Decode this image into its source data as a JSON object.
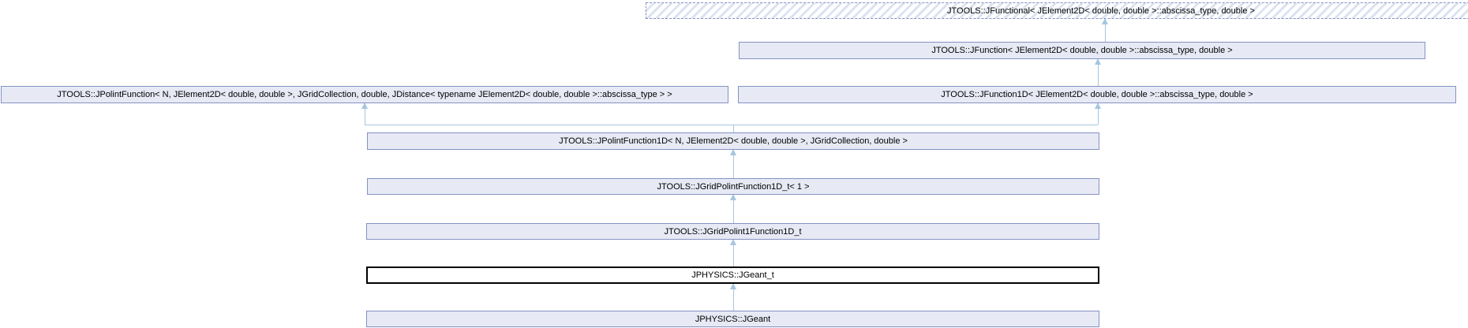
{
  "diagram": {
    "type": "doxygen-inheritance-graph",
    "background": "#ffffff",
    "colors": {
      "node_fill": "#e7eaf5",
      "node_border": "#8592c2",
      "edge": "#a6c6e0",
      "current_node_border": "#000000",
      "text": "#000000",
      "hatch_stripe": "#dbe3f1"
    },
    "nodes": [
      {
        "id": "jfunctional",
        "label": "JTOOLS::JFunctional< JElement2D< double, double >::abscissa_type, double >",
        "style": "dashed-hatched",
        "clickable": false
      },
      {
        "id": "jfunction",
        "label": "JTOOLS::JFunction< JElement2D< double, double >::abscissa_type, double >",
        "style": "normal",
        "clickable": true
      },
      {
        "id": "jpolintfunction",
        "label": "JTOOLS::JPolintFunction< N, JElement2D< double, double >, JGridCollection, double, JDistance< typename JElement2D< double, double >::abscissa_type > >",
        "style": "normal",
        "clickable": true
      },
      {
        "id": "jfunction1d",
        "label": "JTOOLS::JFunction1D< JElement2D< double, double >::abscissa_type, double >",
        "style": "normal",
        "clickable": true
      },
      {
        "id": "jpolintfunction1d",
        "label": "JTOOLS::JPolintFunction1D< N, JElement2D< double, double >, JGridCollection, double >",
        "style": "normal",
        "clickable": true
      },
      {
        "id": "jgridpolintfunction1d_t",
        "label": "JTOOLS::JGridPolintFunction1D_t< 1 >",
        "style": "normal",
        "clickable": true
      },
      {
        "id": "jgridpolint1function1d_t",
        "label": "JTOOLS::JGridPolint1Function1D_t",
        "style": "normal",
        "clickable": true
      },
      {
        "id": "jgeant_t",
        "label": "JPHYSICS::JGeant_t",
        "style": "current",
        "clickable": false
      },
      {
        "id": "jgeant",
        "label": "JPHYSICS::JGeant",
        "style": "normal",
        "clickable": true
      }
    ],
    "edges": [
      {
        "from": "jfunction",
        "to": "jfunctional",
        "relation": "public-inheritance"
      },
      {
        "from": "jfunction1d",
        "to": "jfunction",
        "relation": "public-inheritance"
      },
      {
        "from": "jpolintfunction1d",
        "to": "jpolintfunction",
        "relation": "public-inheritance"
      },
      {
        "from": "jpolintfunction1d",
        "to": "jfunction1d",
        "relation": "public-inheritance"
      },
      {
        "from": "jgridpolintfunction1d_t",
        "to": "jpolintfunction1d",
        "relation": "public-inheritance"
      },
      {
        "from": "jgridpolint1function1d_t",
        "to": "jgridpolintfunction1d_t",
        "relation": "public-inheritance"
      },
      {
        "from": "jgeant_t",
        "to": "jgridpolint1function1d_t",
        "relation": "public-inheritance"
      },
      {
        "from": "jgeant",
        "to": "jgeant_t",
        "relation": "public-inheritance"
      }
    ]
  }
}
